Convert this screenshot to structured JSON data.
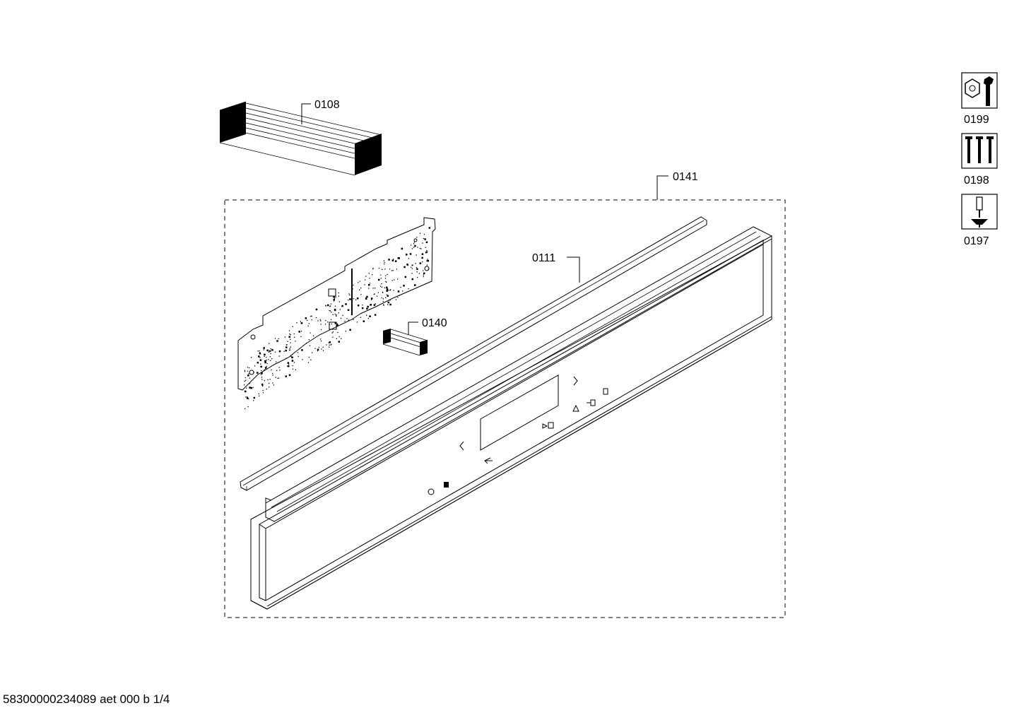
{
  "parts": {
    "cable": "0108",
    "assembly": "0141",
    "strip": "0111",
    "ribbon": "0140"
  },
  "side_icons": [
    {
      "label": "0199",
      "icon": "nut-wrench-icon"
    },
    {
      "label": "0198",
      "icon": "screws-icon"
    },
    {
      "label": "0197",
      "icon": "screwdriver-icon"
    }
  ],
  "footer": {
    "document_id": "58300000234089 aet 000 b 1/4"
  }
}
